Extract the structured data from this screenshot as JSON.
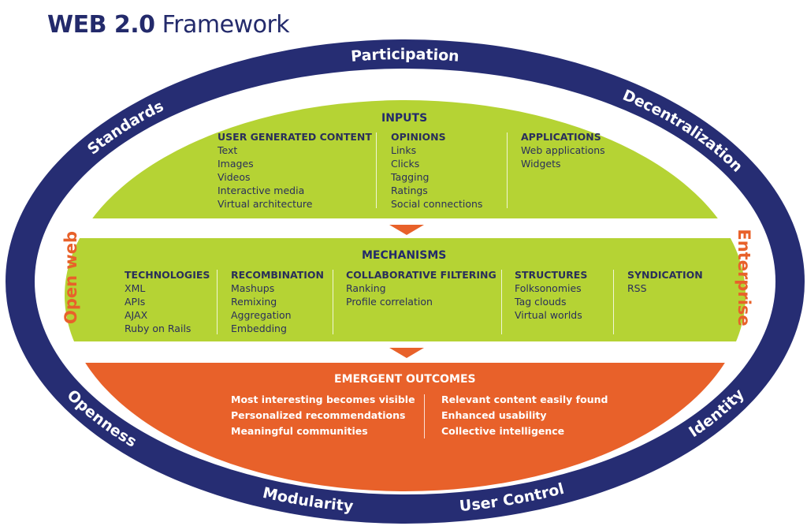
{
  "title": {
    "bold": "WEB 2.0",
    "light": "Framework"
  },
  "colors": {
    "navy": "#262d73",
    "green": "#b5d334",
    "orange": "#e8612a"
  },
  "ring_labels": {
    "top": [
      "Standards",
      "Participation",
      "Decentralization"
    ],
    "bottom": [
      "Openness",
      "Modularity",
      "User Control",
      "Identity"
    ]
  },
  "side_labels": {
    "left": "Open web",
    "right": "Enterprise"
  },
  "inputs": {
    "heading": "INPUTS",
    "columns": [
      {
        "title": "USER GENERATED CONTENT",
        "items": [
          "Text",
          "Images",
          "Videos",
          "Interactive media",
          "Virtual architecture"
        ]
      },
      {
        "title": "OPINIONS",
        "items": [
          "Links",
          "Clicks",
          "Tagging",
          "Ratings",
          "Social connections"
        ]
      },
      {
        "title": "APPLICATIONS",
        "items": [
          "Web applications",
          "Widgets"
        ]
      }
    ]
  },
  "mechanisms": {
    "heading": "MECHANISMS",
    "columns": [
      {
        "title": "TECHNOLOGIES",
        "items": [
          "XML",
          "APIs",
          "AJAX",
          "Ruby on Rails"
        ]
      },
      {
        "title": "RECOMBINATION",
        "items": [
          "Mashups",
          "Remixing",
          "Aggregation",
          "Embedding"
        ]
      },
      {
        "title": "COLLABORATIVE FILTERING",
        "items": [
          "Ranking",
          "Profile correlation"
        ]
      },
      {
        "title": "STRUCTURES",
        "items": [
          "Folksonomies",
          "Tag clouds",
          "Virtual worlds"
        ]
      },
      {
        "title": "SYNDICATION",
        "items": [
          "RSS"
        ]
      }
    ]
  },
  "outcomes": {
    "heading": "EMERGENT OUTCOMES",
    "columns": [
      {
        "items": [
          "Most interesting becomes visible",
          "Personalized recommendations",
          "Meaningful communities"
        ]
      },
      {
        "items": [
          "Relevant content easily found",
          "Enhanced usability",
          "Collective intelligence"
        ]
      }
    ]
  }
}
